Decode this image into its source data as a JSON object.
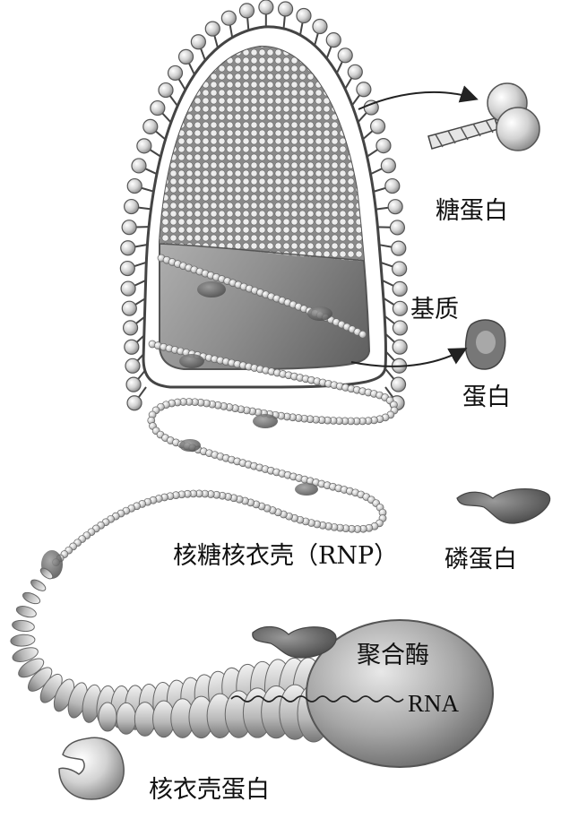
{
  "labels": {
    "glycoprotein": "糖蛋白",
    "matrix": "基质",
    "protein": "蛋白",
    "phosphoprotein": "磷蛋白",
    "rnp": "核糖核衣壳（RNP）",
    "polymerase": "聚合酶",
    "rna": "RNA",
    "nucleocapsid_protein": "核衣壳蛋白"
  },
  "colors": {
    "stroke": "#333333",
    "surface_light": "#f0f0f0",
    "surface_mid": "#a8a8a8",
    "surface_dark": "#5a5a5a"
  }
}
